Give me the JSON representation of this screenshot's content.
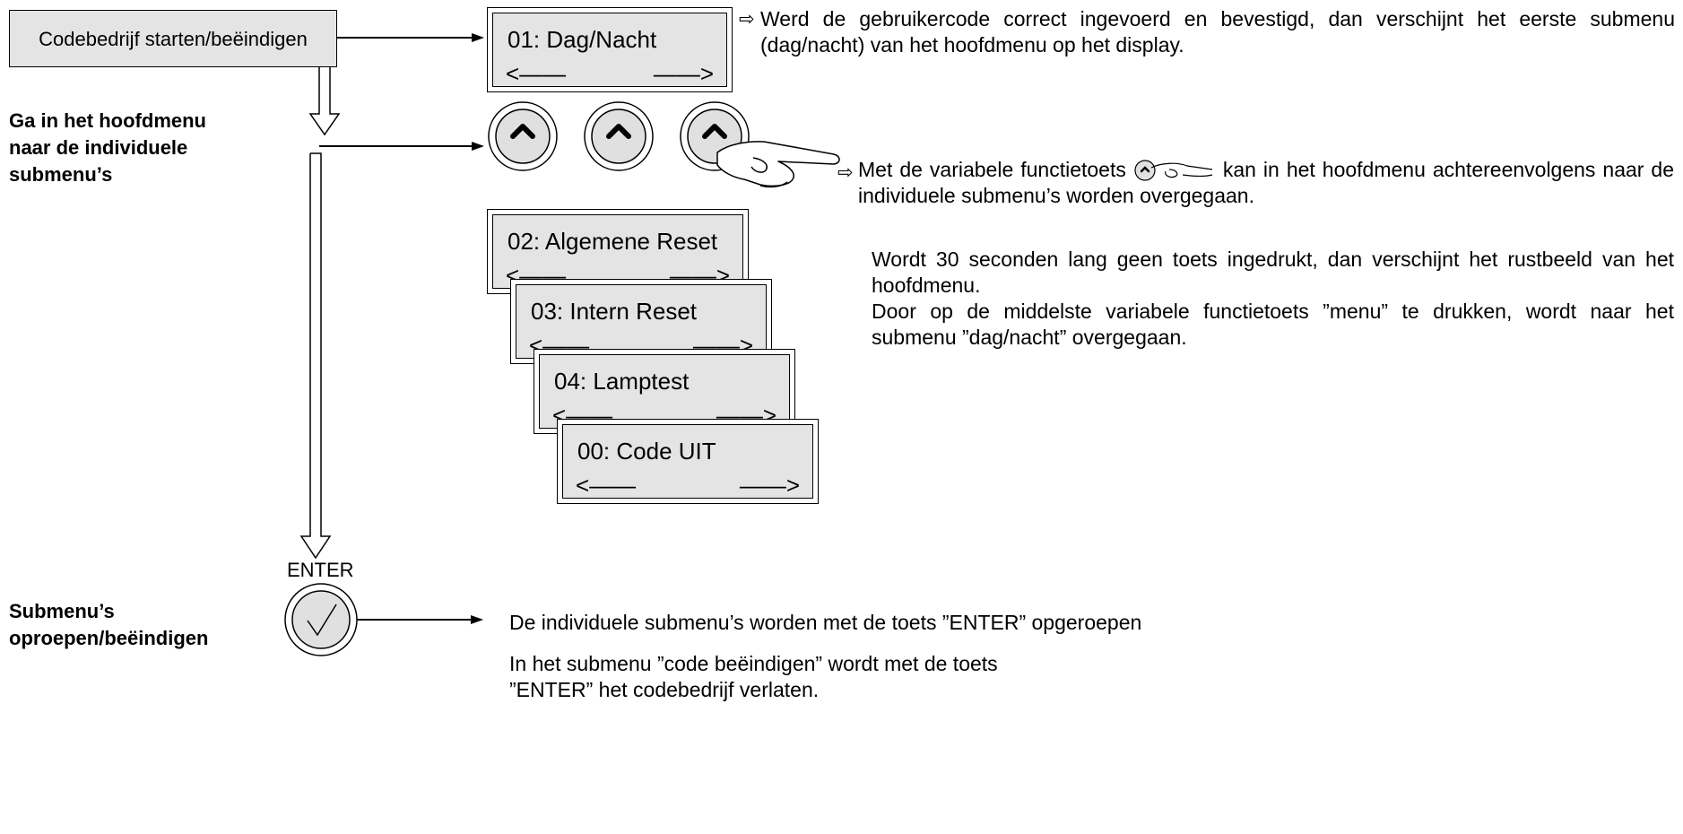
{
  "start_box": {
    "label": "Codebedrijf  starten/beëindigen"
  },
  "step_main_menu": {
    "label": "Ga in het hoofdmenu\nnaar de individuele\nsubmenu’s"
  },
  "step_submenu": {
    "label": "Submenu’s\noproepen/beëindigen"
  },
  "enter_key": {
    "label": "ENTER"
  },
  "display_first": {
    "title": "01: Dag/Nacht",
    "left": "<——",
    "right": "——>"
  },
  "display_stack": [
    {
      "title": "02: Algemene Reset",
      "left": "<——",
      "right": "——>"
    },
    {
      "title": "03: Intern Reset",
      "left": "<——",
      "right": "——>"
    },
    {
      "title": "04: Lamptest",
      "left": "<——",
      "right": "——>"
    },
    {
      "title": "00: Code UIT",
      "left": "<——",
      "right": "——>"
    }
  ],
  "notes": {
    "first": "Werd de gebruikercode correct ingevoerd en bevestigd, dan verschijnt het eerste submenu (dag/nacht) van het hoofdmenu op het display.",
    "function_key_before": "Met de variabele functietoets",
    "function_key_after": "kan in het hoofdmenu achtereenvolgens naar de individuele submenu’s worden overgegaan.",
    "timeout": "Wordt 30 seconden lang geen toets ingedrukt, dan verschijnt het rustbeeld van het hoofdmenu.",
    "menu_key": "Door op de middelste variabele functietoets ”menu” te drukken, wordt naar het submenu ”dag/nacht” overgegaan.",
    "enter_open": "De individuele submenu’s worden met de toets ”ENTER” opgeroepen",
    "enter_exit": "In het submenu ”code beëindigen” wordt met de toets ”ENTER” het codebedrijf verlaten."
  },
  "icons": {
    "note_marker": "hollow-right-arrow-icon",
    "function_key": "up-chevron-key-icon",
    "enter": "check-key-icon",
    "hand": "pointing-hand-icon"
  },
  "colors": {
    "panel_fill": "#e4e4e4",
    "key_fill": "#e0e0e0",
    "line": "#000000"
  }
}
